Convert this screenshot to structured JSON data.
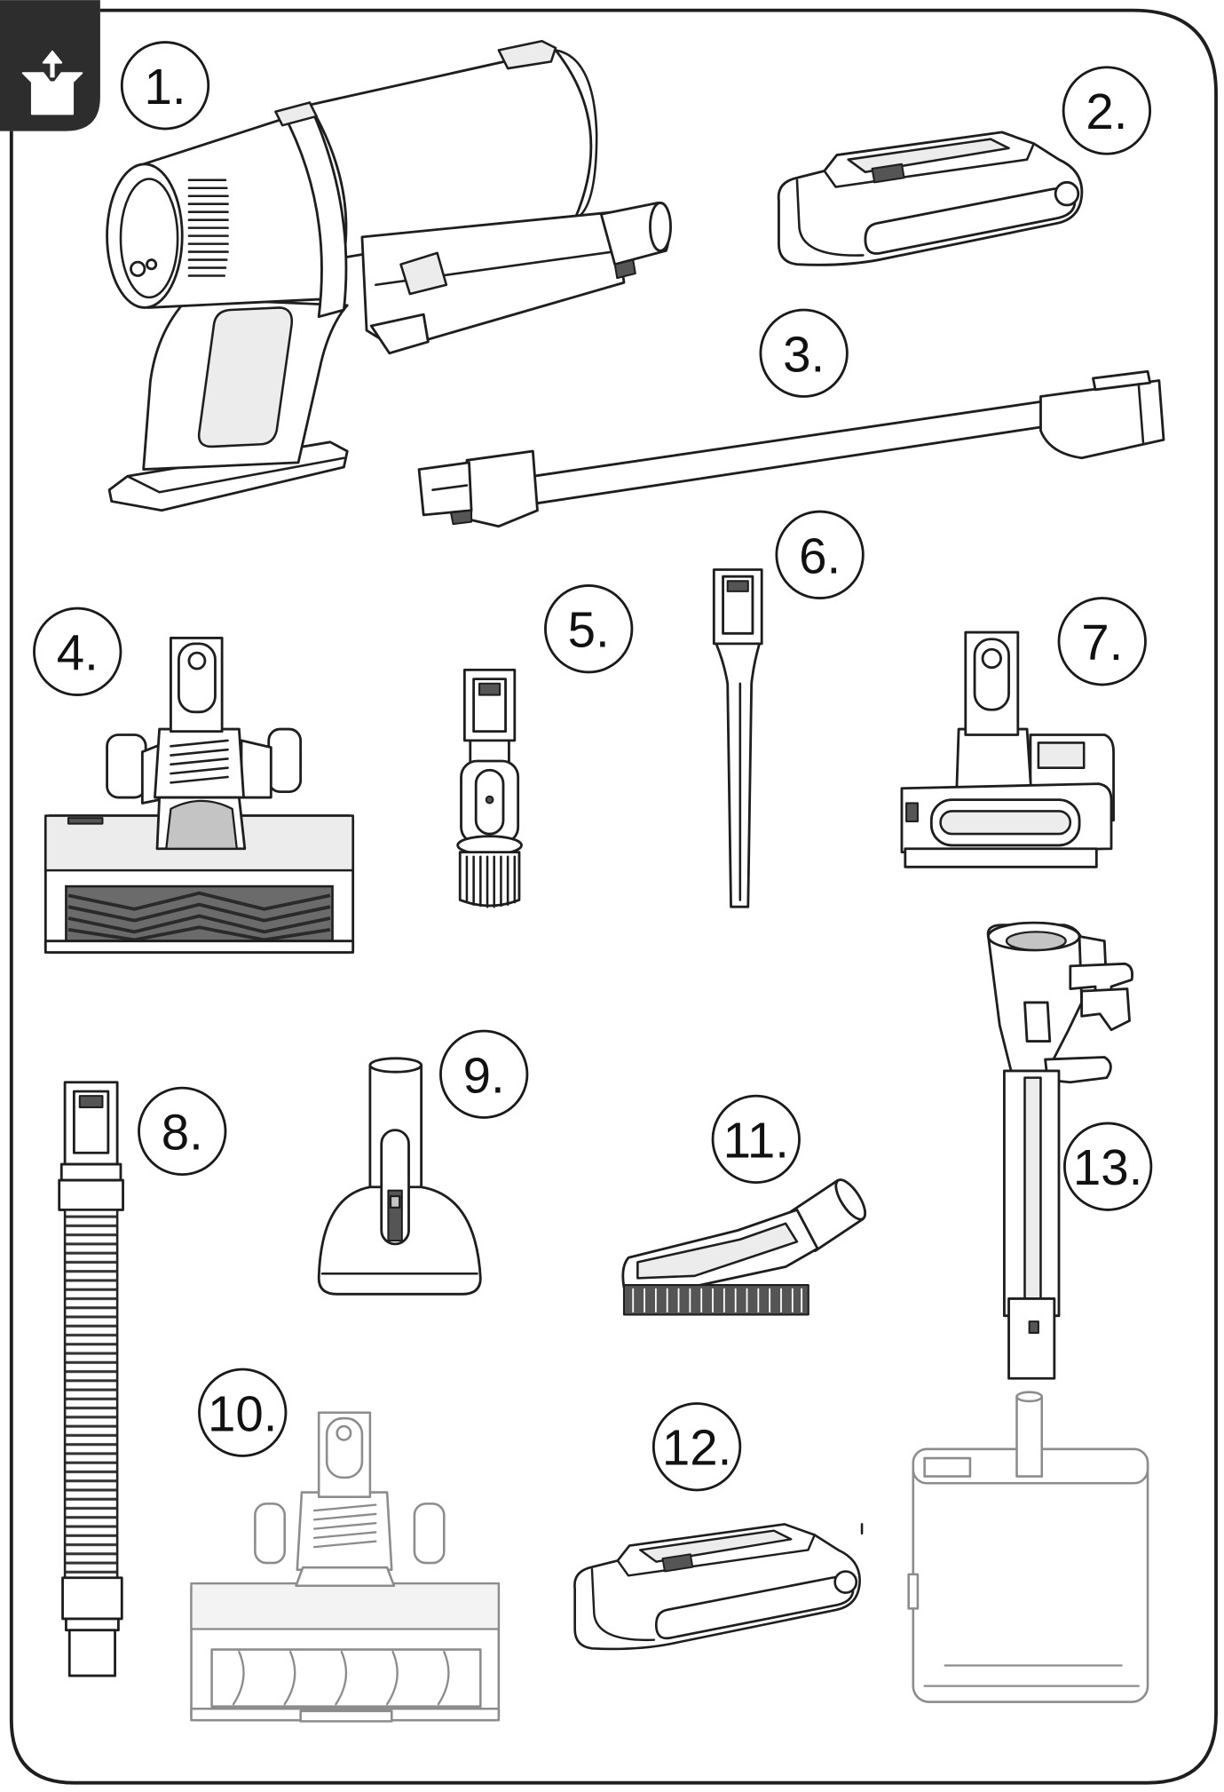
{
  "page": {
    "tab_icon": "box-upload-icon"
  },
  "colors": {
    "ink": "#1e1e1e",
    "faint": "#8c8c8c",
    "fill_light": "#ececec",
    "fill_mid": "#c4c4c4",
    "fill_dark": "#555555",
    "tab": "#2d2d2d",
    "background": "#ffffff"
  },
  "parts": [
    {
      "label": "1."
    },
    {
      "label": "2."
    },
    {
      "label": "3."
    },
    {
      "label": "4."
    },
    {
      "label": "5."
    },
    {
      "label": "6."
    },
    {
      "label": "7."
    },
    {
      "label": "8."
    },
    {
      "label": "9."
    },
    {
      "label": "10."
    },
    {
      "label": "11."
    },
    {
      "label": "12."
    },
    {
      "label": "13."
    }
  ]
}
